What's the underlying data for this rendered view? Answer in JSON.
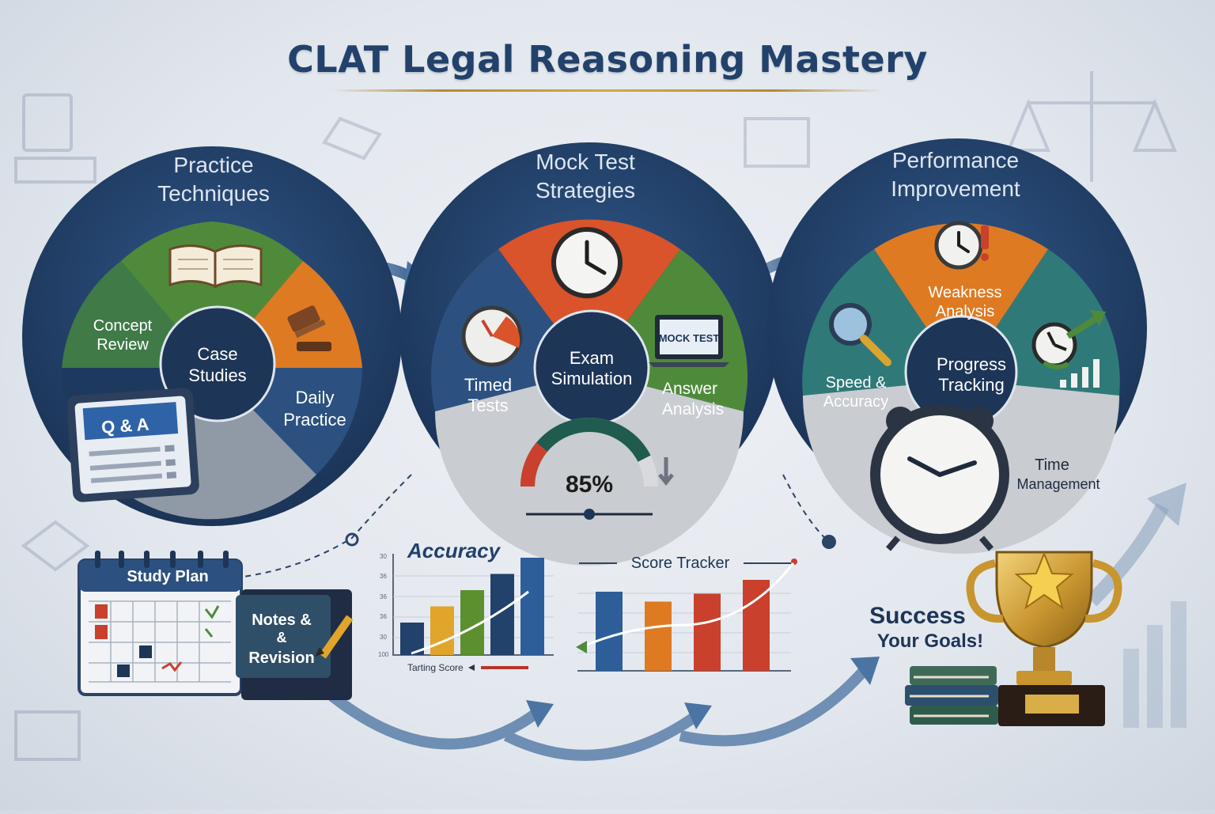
{
  "title": "CLAT Legal Reasoning Mastery",
  "colors": {
    "navy": "#22416b",
    "dark_navy": "#1d3557",
    "green": "#4e8a3a",
    "orange": "#de7a22",
    "red_orange": "#d9532b",
    "teal": "#2f7a78",
    "grey": "#c9ccd0",
    "gold": "#d2a94a"
  },
  "wheels": [
    {
      "heading": [
        "Practice",
        "Techniques"
      ],
      "center": [
        "Case",
        "Studies"
      ],
      "segments": [
        {
          "label": [
            "Concept",
            "Review"
          ],
          "icon": "book-icon"
        },
        {
          "label": [],
          "icon": "gavel-icon"
        },
        {
          "label": [
            "Daily",
            "Practice"
          ],
          "icon": ""
        }
      ],
      "card_label": "Q & A"
    },
    {
      "heading": [
        "Mock Test",
        "Strategies"
      ],
      "center": [
        "Exam",
        "Simulation"
      ],
      "segments": [
        {
          "label": [
            "Timed",
            "Tests"
          ],
          "icon": "stopwatch-icon"
        },
        {
          "label": [],
          "icon": "clock-icon"
        },
        {
          "label": [
            "Answer",
            "Analysis"
          ],
          "icon": "laptop-icon"
        }
      ],
      "laptop_label": "MOCK TEST",
      "gauge_value": "85%",
      "gauge_level": 0.85
    },
    {
      "heading": [
        "Performance",
        "Improvement"
      ],
      "center": [
        "Progress",
        "Tracking"
      ],
      "segments": [
        {
          "label": [
            "Speed &",
            "Accuracy"
          ],
          "icon": "magnifier-icon"
        },
        {
          "label": [
            "Weakness",
            "Analysis"
          ],
          "icon": "alert-clock-icon"
        },
        {
          "label": [
            "Time",
            "Management"
          ],
          "icon": "alarm-clock-icon"
        }
      ]
    }
  ],
  "study_plan": {
    "label": "Study Plan"
  },
  "notes": {
    "label": [
      "Notes &",
      "& ",
      "Revision"
    ]
  },
  "accuracy_chart": {
    "title": "Accuracy",
    "y_ticks": [
      "30",
      "36",
      "36",
      "36",
      "30",
      "100"
    ],
    "legend": "Tarting Score"
  },
  "score_tracker": {
    "title": "Score Tracker"
  },
  "chart_data": [
    {
      "type": "bar",
      "title": "Accuracy",
      "values": [
        2,
        3,
        4,
        5,
        6
      ],
      "colors": [
        "#22416b",
        "#e0a52a",
        "#5c8f2e",
        "#22416b",
        "#2e5e9a"
      ]
    },
    {
      "type": "bar",
      "title": "Score Tracker",
      "values": [
        4,
        3.5,
        3.9,
        4.6
      ],
      "colors": [
        "#2e5e9a",
        "#de7a22",
        "#c9402d",
        "#c9402d"
      ]
    }
  ],
  "success": {
    "label": [
      "Success",
      "Your Goals!"
    ]
  }
}
